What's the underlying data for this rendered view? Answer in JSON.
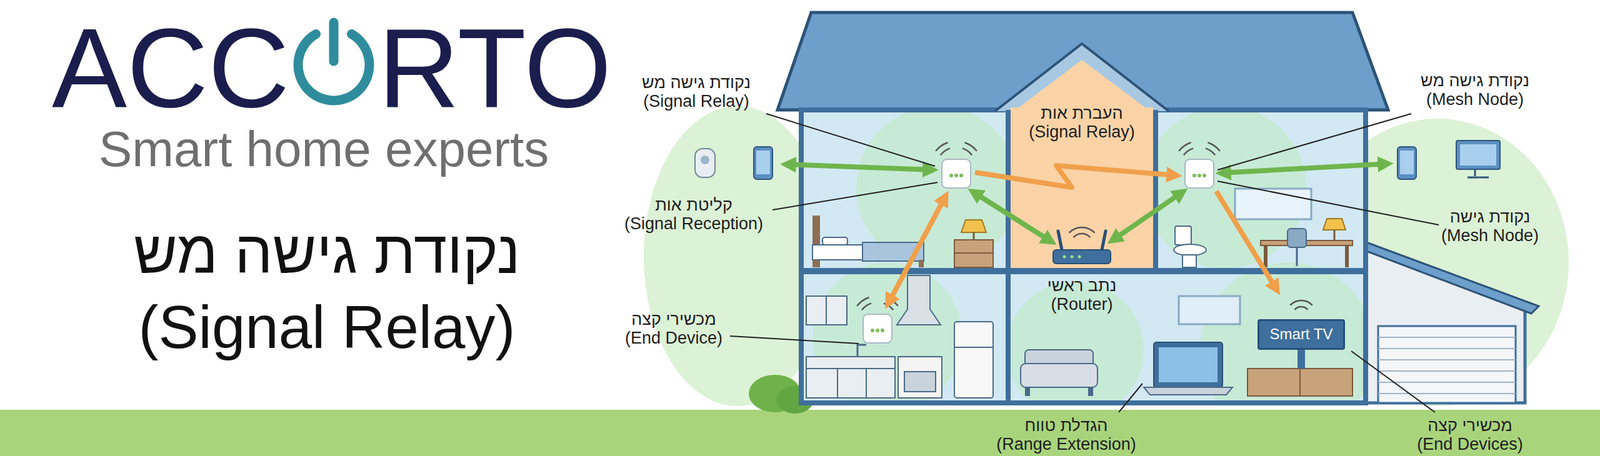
{
  "diagram": {
    "title": "נקודת גישה מש (Signal Relay)",
    "nodes": [
      {
        "text": [
          "נתב ראשי (Router)"
        ]
      },
      {
        "text": [
          "Smart TV"
        ]
      }
    ],
    "labels": [
      "ACC",
      "RTO",
      "Smart home experts",
      "נקודת גישה מש (Signal Relay)",
      "העברת אות (Signal Relay)",
      "נקודת גישה מש (Mesh Node)",
      "קליטת אות (Signal Reception)",
      "נקודת גישה (Mesh Node)",
      "מכשירי קצה (End Device)",
      "הגדלת טווח (Range Extension)",
      "מכשירי קצה (End Devices)"
    ]
  }
}
